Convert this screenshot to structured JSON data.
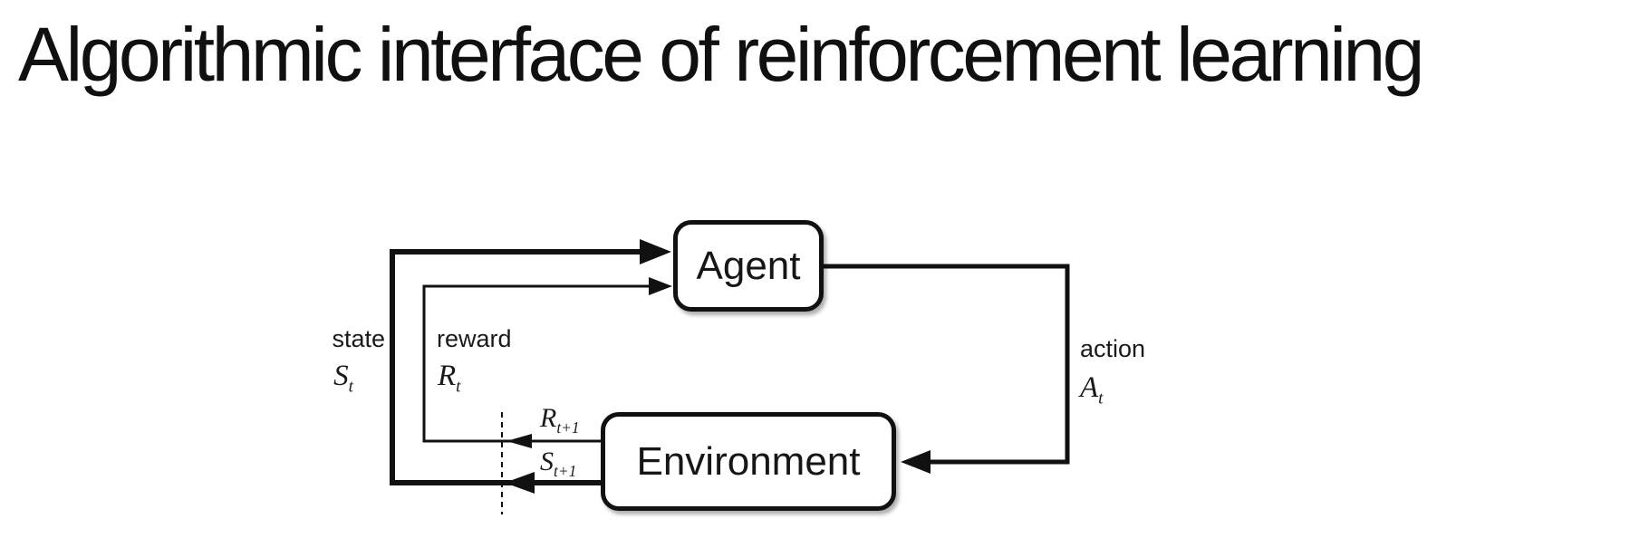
{
  "title": "Algorithmic interface of reinforcement learning",
  "diagram": {
    "nodes": {
      "agent": {
        "label": "Agent"
      },
      "environment": {
        "label": "Environment"
      }
    },
    "labels": {
      "state": {
        "word": "state",
        "symbol": {
          "base": "S",
          "sub": "t"
        }
      },
      "reward": {
        "word": "reward",
        "symbol": {
          "base": "R",
          "sub": "t"
        }
      },
      "action": {
        "word": "action",
        "symbol": {
          "base": "A",
          "sub": "t"
        }
      },
      "next_reward": {
        "base": "R",
        "sub": "t+1"
      },
      "next_state": {
        "base": "S",
        "sub": "t+1"
      }
    },
    "edges": [
      {
        "name": "state-to-agent",
        "from": "Environment",
        "to": "Agent",
        "carries": "state S_t / S_t+1"
      },
      {
        "name": "reward-to-agent",
        "from": "Environment",
        "to": "Agent",
        "carries": "reward R_t / R_t+1"
      },
      {
        "name": "action-to-environment",
        "from": "Agent",
        "to": "Environment",
        "carries": "action A_t"
      }
    ],
    "colors": {
      "ink": "#111111",
      "background": "#ffffff"
    }
  }
}
